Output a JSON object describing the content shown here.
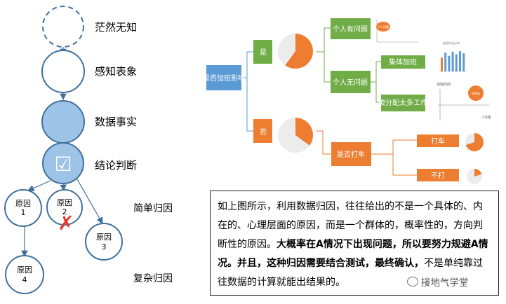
{
  "left_diagram": {
    "stages": [
      "茫然无知",
      "感知表象",
      "数据事实",
      "结论判断"
    ],
    "check_glyph": "☑",
    "causes": [
      {
        "line1": "原因",
        "line2": "1"
      },
      {
        "line1": "原因",
        "line2": "2"
      },
      {
        "line1": "原因",
        "line2": "3"
      },
      {
        "line1": "原因",
        "line2": "4"
      }
    ],
    "cross_glyph": "✗",
    "labels": {
      "simple": "简单归因",
      "complex": "复杂归因"
    },
    "colors": {
      "stroke": "#41719c",
      "fill_light": "#9dc3e6",
      "cross": "#e8382b"
    }
  },
  "right_diagram": {
    "root": "是否加班影响",
    "yes": "是",
    "no": "否",
    "personal_problem": "个人有问题",
    "no_personal_problem": "个人无问题",
    "team_overtime": "集体加班",
    "too_much_work": "被分配太多工作",
    "taxi_question": "是否打车",
    "taxi": "打车",
    "no_taxi": "不打",
    "mini_bubble_label": "个人问题",
    "mini_bar_title": "加班时长分布",
    "mini_scatter_ylabel": "加班时间",
    "mini_scatter_xlabel": "工作量",
    "mini_scatter_bubble": "效率低",
    "pies": {
      "yes_fraction": 0.6,
      "no_fraction": 0.35,
      "taxi_fraction": 0.7,
      "no_taxi_fraction": 0.2
    },
    "mini_bars": [
      0.55,
      0.75,
      0.62,
      0.78,
      0.68,
      0.8,
      0.72
    ],
    "colors": {
      "blue": "#5b9bd5",
      "green": "#70ad47",
      "orange": "#ed7d31",
      "pie_bg": "#ececec"
    }
  },
  "text_box": {
    "part1": "如上图所示，利用数据归因，往往给出的不是一个具体的、内在的、心理层面的原因，而是一个群体的，概率性的，方向判断性的原因。",
    "bold": "大概率在A情况下出现问题，所以要努力规避A情况。并且，这种归因需要结合测试，最终确认，",
    "part2": "不是单纯靠过往数据的计算就能出结果的。"
  },
  "watermark": "接地气学堂"
}
